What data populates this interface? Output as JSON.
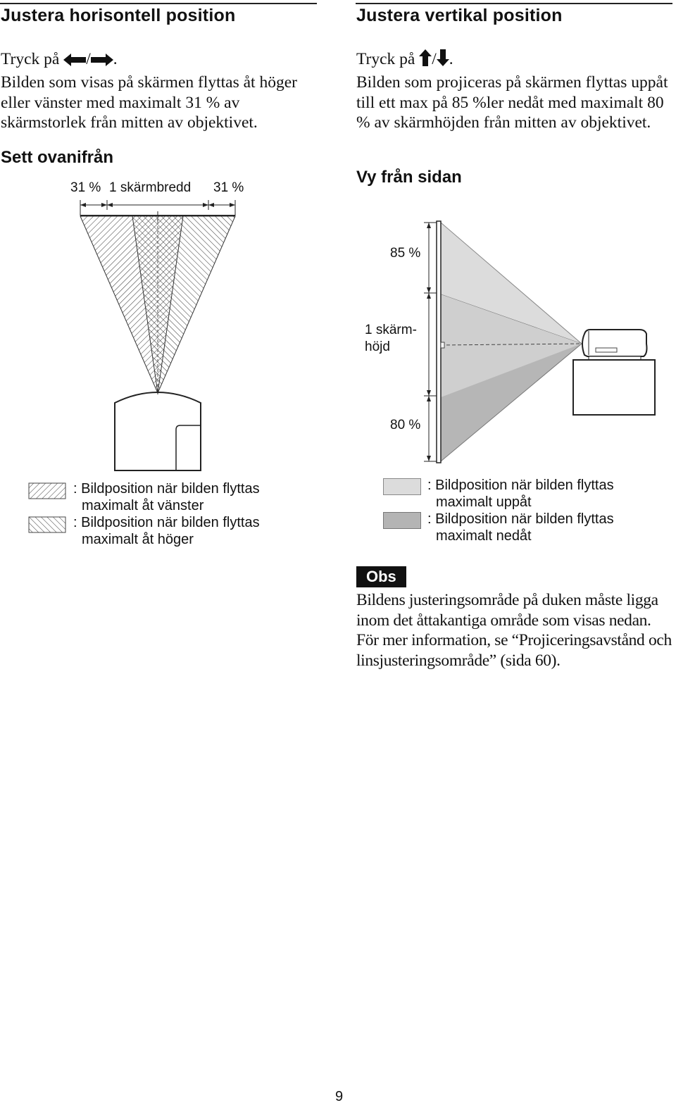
{
  "left": {
    "heading": "Justera horisontell position",
    "press_prefix": "Tryck på ",
    "press_separator": "/",
    "press_suffix": ".",
    "body": "Bilden som visas på skärmen flyttas åt höger eller vänster med maximalt 31 % av skärmstorlek från mitten av objektivet.",
    "diagram_title": "Sett ovanifrån",
    "labels": {
      "pct_left": "31 %",
      "screen_width": "1 skärmbredd",
      "pct_right": "31 %"
    },
    "legend": [
      {
        "pattern": "hatch-left",
        "line1": ": Bildposition när bilden flyttas",
        "line2": "maximalt åt vänster"
      },
      {
        "pattern": "hatch-right",
        "line1": ": Bildposition när bilden flyttas",
        "line2": "maximalt åt höger"
      }
    ]
  },
  "right": {
    "heading": "Justera vertikal position",
    "press_prefix": "Tryck på ",
    "press_separator": "/",
    "press_suffix": ".",
    "body": "Bilden som projiceras på skärmen flyttas uppåt till ett max på 85 %ler nedåt med maximalt 80 % av skärmhöjden från mitten av objektivet.",
    "diagram_title": "Vy från sidan",
    "labels": {
      "pct_top": "85 %",
      "screen_height_line1": "1 skärm-",
      "screen_height_line2": "höjd",
      "pct_bottom": "80 %"
    },
    "legend": [
      {
        "color": "#dcdcdc",
        "line1": ": Bildposition när bilden flyttas",
        "line2": "maximalt uppåt"
      },
      {
        "color": "#b4b4b4",
        "line1": ": Bildposition när bilden flyttas",
        "line2": "maximalt nedåt"
      }
    ],
    "note_badge": "Obs",
    "note_text": "Bildens justeringsområde på duken måste ligga inom det åttakantiga område som visas nedan. För mer information, se “Projiceringsavstånd och linsjusteringsområde” (sida 60)."
  },
  "page_number": "9",
  "icons": {
    "left_arrow": "arrow-left-icon",
    "right_arrow": "arrow-right-icon",
    "up_arrow": "arrow-up-icon",
    "down_arrow": "arrow-down-icon"
  }
}
